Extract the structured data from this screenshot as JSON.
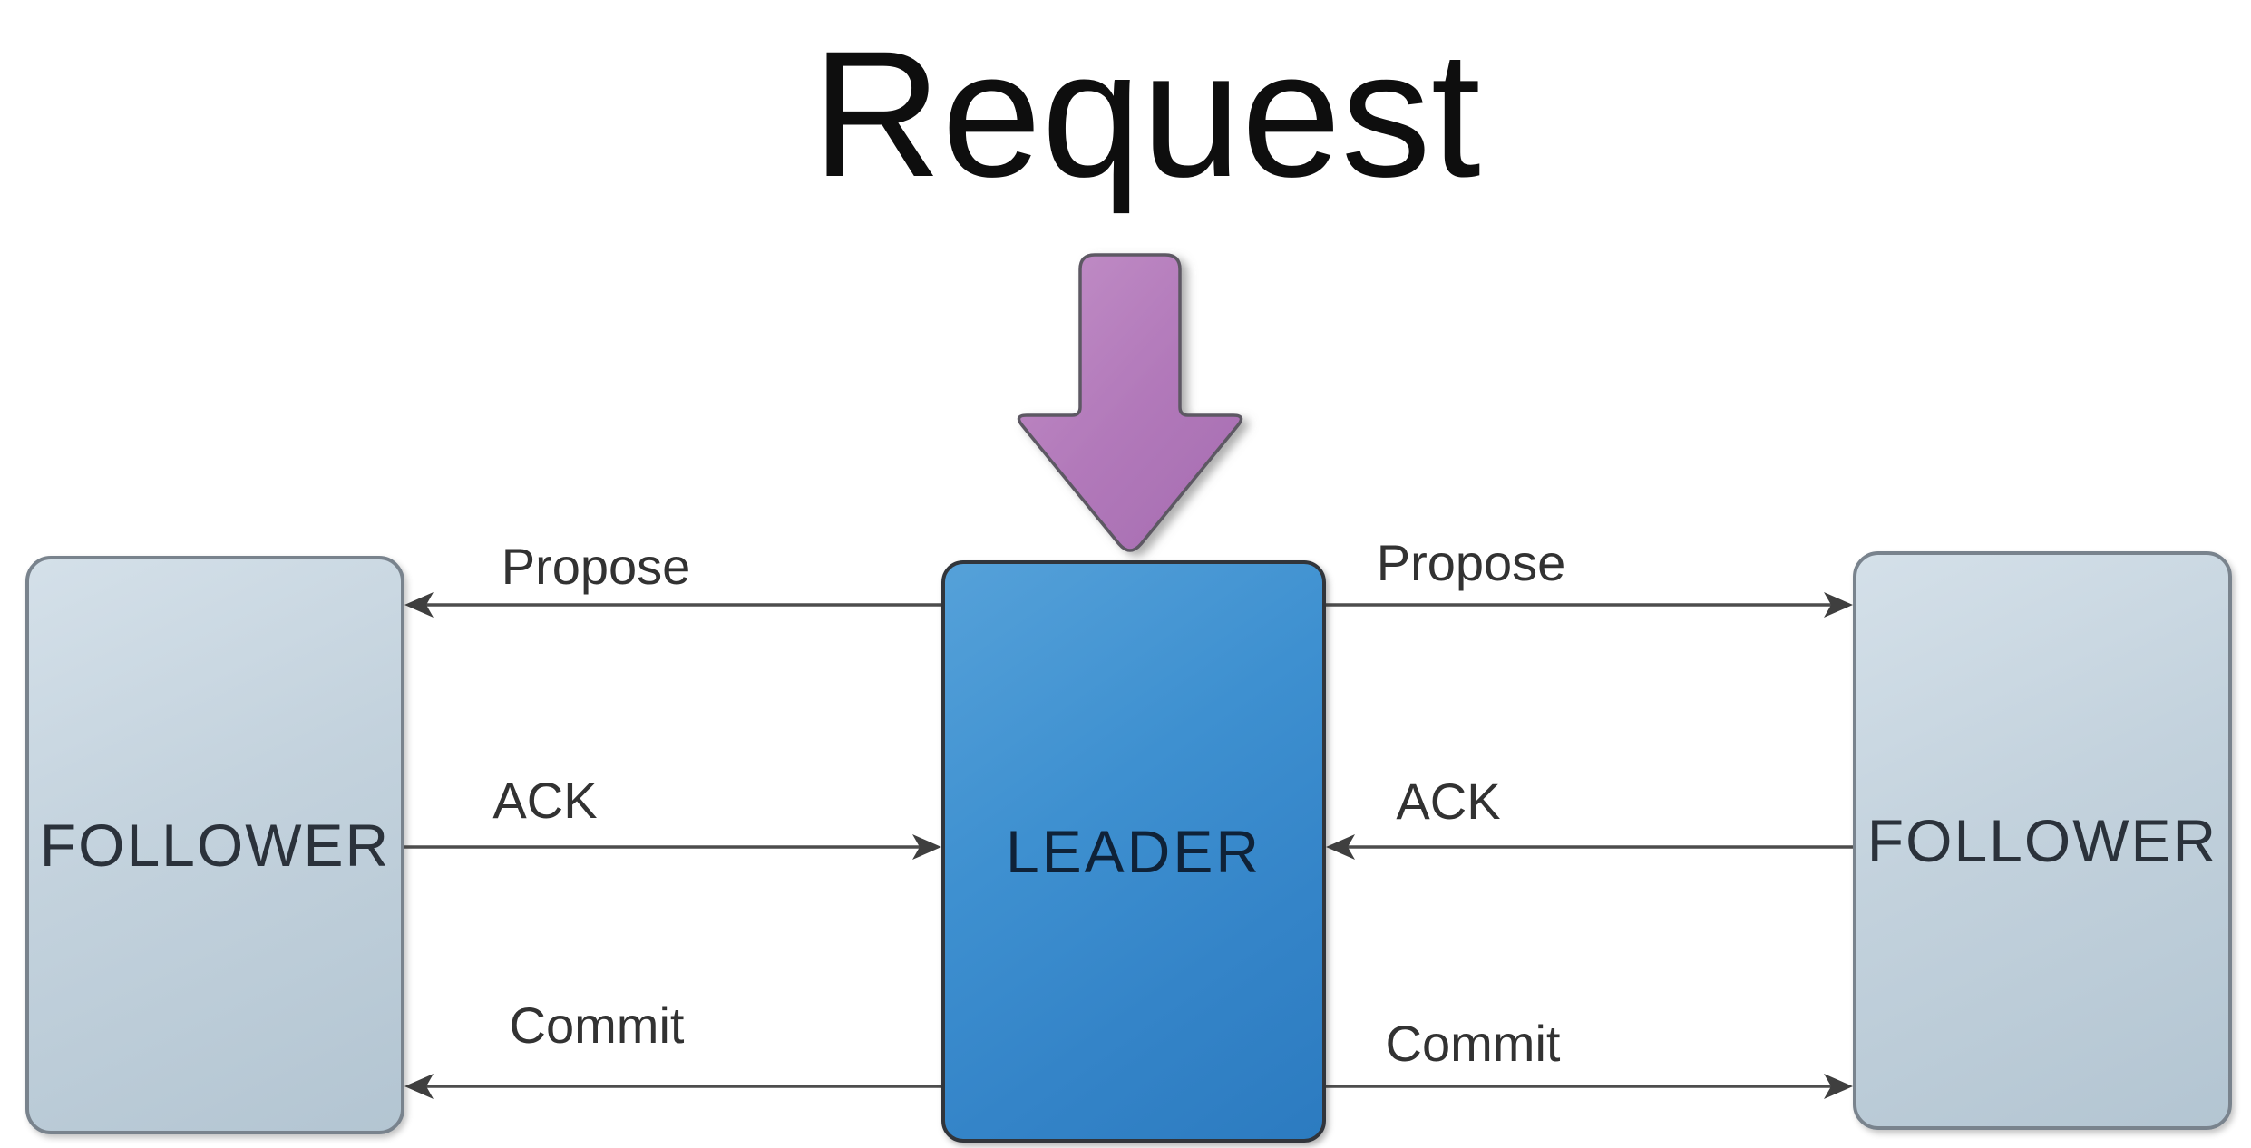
{
  "title": "Request",
  "nodes": {
    "leader": {
      "label": "LEADER",
      "fill": "#3a8aca",
      "text_color": "#0f2238"
    },
    "left_follower": {
      "label": "FOLLOWER",
      "fill": "#c3d2dd",
      "text_color": "#2b323b"
    },
    "right_follower": {
      "label": "FOLLOWER",
      "fill": "#c3d2dd",
      "text_color": "#2b323b"
    }
  },
  "request_arrow": {
    "icon": "down-block-arrow-icon",
    "fill": "#b279ba",
    "points_to": "LEADER"
  },
  "connections": {
    "left": [
      {
        "label": "Propose",
        "from": "LEADER",
        "to": "FOLLOWER",
        "direction": "leftward"
      },
      {
        "label": "ACK",
        "from": "FOLLOWER",
        "to": "LEADER",
        "direction": "rightward"
      },
      {
        "label": "Commit",
        "from": "LEADER",
        "to": "FOLLOWER",
        "direction": "leftward"
      }
    ],
    "right": [
      {
        "label": "Propose",
        "from": "LEADER",
        "to": "FOLLOWER",
        "direction": "rightward"
      },
      {
        "label": "ACK",
        "from": "FOLLOWER",
        "to": "LEADER",
        "direction": "leftward"
      },
      {
        "label": "Commit",
        "from": "LEADER",
        "to": "FOLLOWER",
        "direction": "rightward"
      }
    ]
  },
  "colors": {
    "background": "#ffffff",
    "connector": "#4d4d4d",
    "leader_fill": "#3a8aca",
    "follower_fill": "#c3d2dd",
    "request_arrow_fill": "#b279ba",
    "title_color": "#0e0e0e"
  }
}
